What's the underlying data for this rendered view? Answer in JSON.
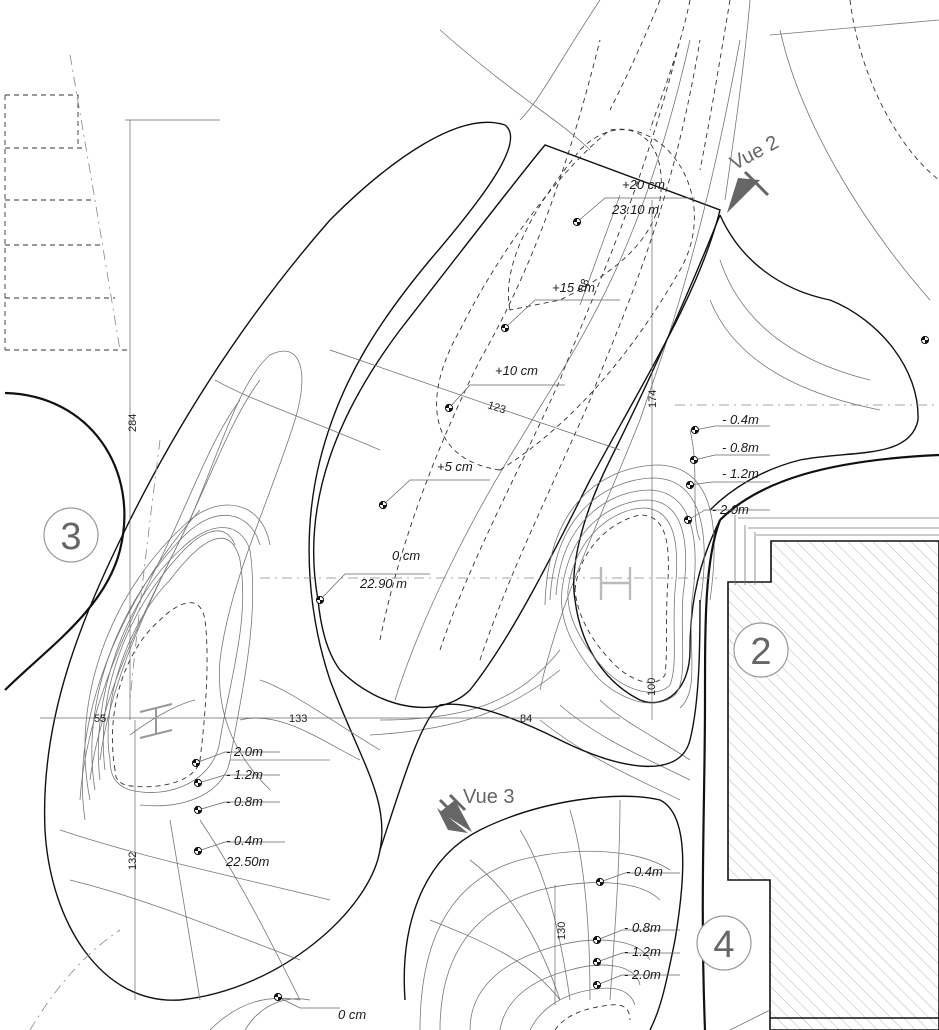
{
  "zones": [
    {
      "id": "zone-3",
      "label": "3"
    },
    {
      "id": "zone-2",
      "label": "2"
    },
    {
      "id": "zone-4",
      "label": "4"
    }
  ],
  "views": {
    "vue2": "Vue 2",
    "vue3": "Vue 3"
  },
  "elevations": {
    "top": {
      "p20": "+20 cm",
      "alt1": "23.10 m",
      "p15": "+15 cm",
      "p10": "+10 cm",
      "p5": "+5 cm",
      "zero": "0 cm",
      "alt2": "22.90 m"
    },
    "right": {
      "m04": "- 0.4m",
      "m08": "- 0.8m",
      "m12": "- 1.2m",
      "m20": "- 2.0m"
    },
    "left": {
      "m20": "- 2.0m",
      "m12": "- 1.2m",
      "m08": "- 0.8m",
      "m04": "- 0.4m",
      "alt": "22.50m"
    },
    "bottom": {
      "m04": "- 0.4m",
      "m08": "- 0.8m",
      "m12": "- 1.2m",
      "m20": "- 2.0m",
      "zero": "0 cm"
    }
  },
  "dimensions": {
    "d284": "284",
    "d174": "174",
    "d123": "123",
    "d58": "58",
    "d55": "55",
    "d133": "133",
    "d84": "84",
    "d100": "100",
    "d132": "132",
    "d130": "130"
  }
}
